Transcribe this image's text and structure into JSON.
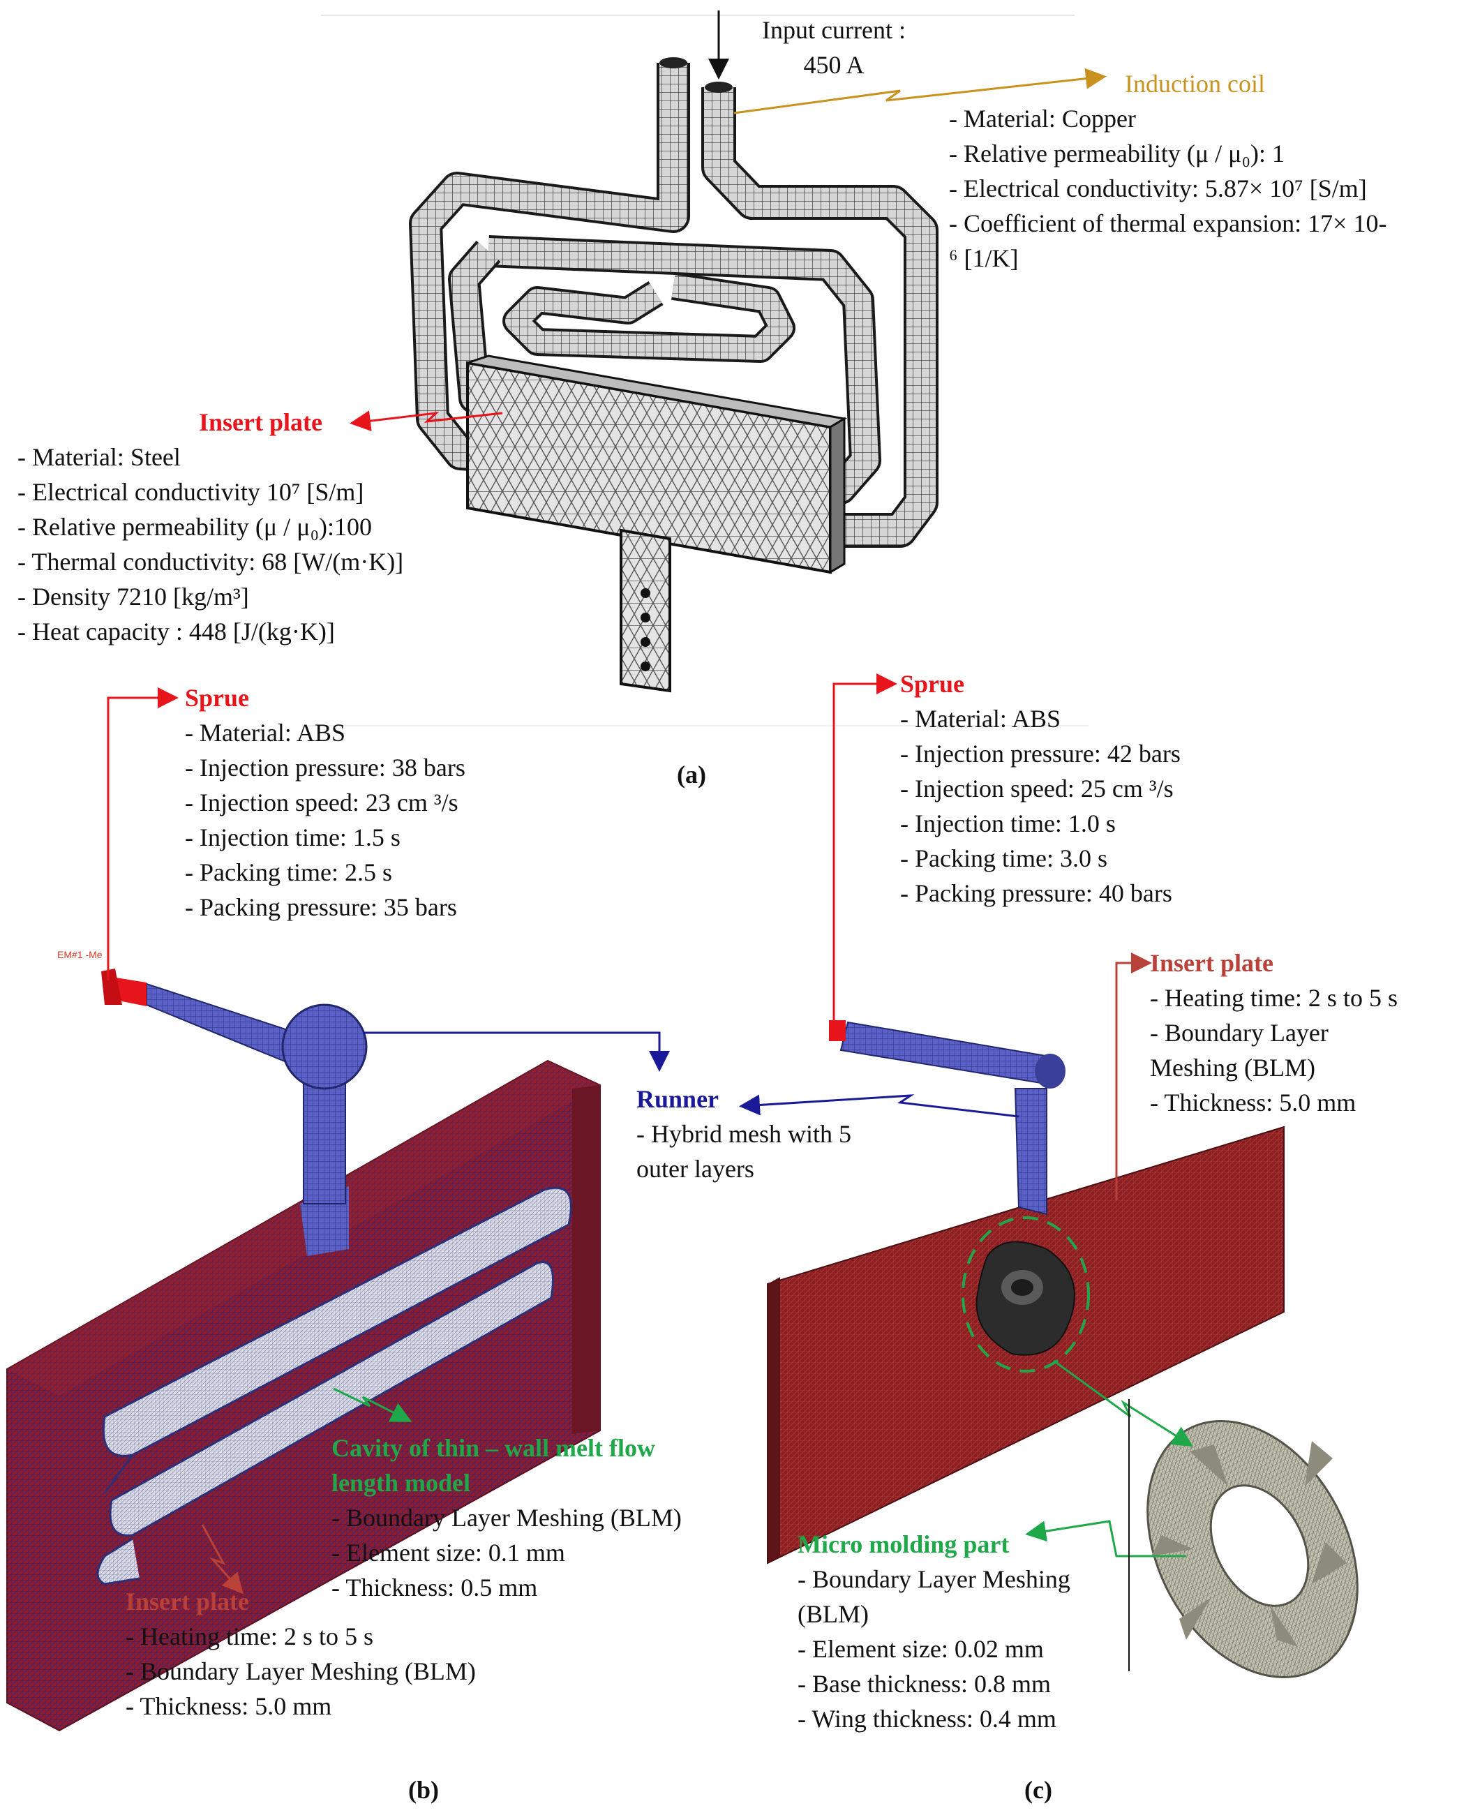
{
  "figure_a": {
    "input_current": [
      "Input current :",
      "450 A"
    ],
    "coil": {
      "title": "Induction coil",
      "lines": [
        "- Material: Copper",
        "- Relative permeability (μ / μ₀): 1",
        "- Electrical conductivity: 5.87× 10⁷ [S/m]",
        "- Coefficient of thermal expansion: 17× 10-",
        "⁶ [1/K]"
      ]
    },
    "insert_plate": {
      "title": "Insert plate",
      "lines": [
        "- Material: Steel",
        "- Electrical conductivity 10⁷ [S/m]",
        "- Relative permeability (μ / μ₀):100",
        "- Thermal conductivity: 68 [W/(m·K)]",
        "- Density 7210 [kg/m³]",
        "- Heat capacity : 448 [J/(kg·K)]"
      ]
    },
    "caption": "(a)"
  },
  "figure_b": {
    "sprue": {
      "title": "Sprue",
      "lines": [
        "- Material: ABS",
        "- Injection pressure: 38 bars",
        "- Injection speed: 23 cm ³/s",
        "- Injection time: 1.5 s",
        "- Packing time: 2.5 s",
        "- Packing pressure: 35 bars"
      ]
    },
    "model_tag": "EM#1 -Me",
    "cavity": {
      "title": [
        "Cavity of thin – wall melt flow",
        "length model"
      ],
      "lines": [
        "- Boundary Layer Meshing (BLM)",
        "- Element size: 0.1 mm",
        "- Thickness: 0.5 mm"
      ]
    },
    "insert_plate": {
      "title": "Insert plate",
      "lines": [
        "- Heating time: 2 s to 5 s",
        "- Boundary Layer Meshing (BLM)",
        "- Thickness: 5.0 mm"
      ]
    },
    "caption": "(b)"
  },
  "runner": {
    "title": "Runner",
    "lines": [
      "- Hybrid mesh with 5",
      "outer layers"
    ]
  },
  "figure_c": {
    "sprue": {
      "title": "Sprue",
      "lines": [
        "- Material: ABS",
        "- Injection pressure: 42 bars",
        "- Injection speed: 25 cm ³/s",
        "- Injection time: 1.0 s",
        "- Packing time: 3.0 s",
        "- Packing pressure: 40 bars"
      ]
    },
    "insert_plate": {
      "title": "Insert plate",
      "lines": [
        "- Heating time: 2 s to 5 s",
        "- Boundary Layer",
        "Meshing (BLM)",
        "- Thickness: 5.0 mm"
      ]
    },
    "micro_part": {
      "title": "Micro molding part",
      "lines": [
        "- Boundary Layer Meshing",
        "(BLM)",
        "- Element size: 0.02 mm",
        "- Base thickness: 0.8 mm",
        "- Wing thickness: 0.4 mm"
      ]
    },
    "caption": "(c)"
  },
  "colors": {
    "red_label": "#e8141b",
    "brick_label": "#b8413a",
    "runner_navy": "#1a1a99",
    "coil_gold": "#c9921e",
    "cavity_green": "#1fa84a",
    "plate_maroon": "#8b1e2a",
    "mesh_blue": "#4a52b8",
    "part_grey": "#b9b8a8"
  }
}
